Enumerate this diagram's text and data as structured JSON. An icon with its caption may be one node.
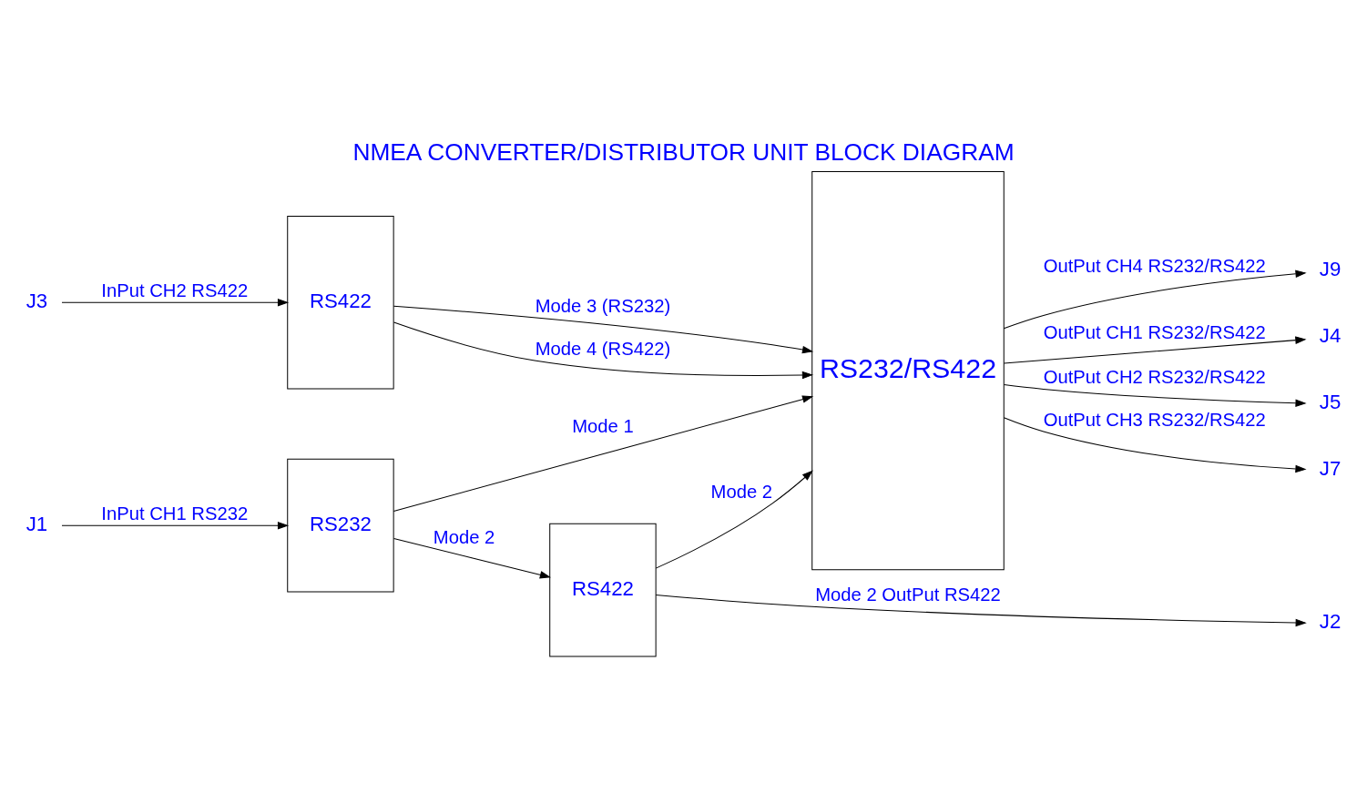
{
  "diagram": {
    "title": "NMEA CONVERTER/DISTRIBUTOR UNIT BLOCK DIAGRAM",
    "nodes": [
      {
        "text": [
          "J3"
        ]
      },
      {
        "text": [
          "J1"
        ]
      },
      {
        "text": [
          "RS422"
        ]
      },
      {
        "text": [
          "RS232"
        ]
      },
      {
        "text": [
          "RS422"
        ]
      },
      {
        "text": [
          "RS232/RS422"
        ]
      },
      {
        "text": [
          "J4"
        ]
      },
      {
        "text": [
          "J5"
        ]
      },
      {
        "text": [
          "J7"
        ]
      },
      {
        "text": [
          "J9"
        ]
      },
      {
        "text": [
          "J2"
        ]
      }
    ],
    "edges": [
      {
        "from": 0,
        "to": 2,
        "arrow": "to",
        "label": "InPut CH2 RS422"
      },
      {
        "from": 2,
        "to": 5,
        "arrow": "to",
        "label": "Mode 3 (RS232)"
      },
      {
        "from": 2,
        "to": 5,
        "arrow": "to",
        "label": "Mode 4 (RS422)"
      },
      {
        "from": 3,
        "to": 5,
        "arrow": "to",
        "label": "Mode 1"
      },
      {
        "from": 1,
        "to": 3,
        "arrow": "to",
        "label": "InPut CH1 RS232"
      },
      {
        "from": 3,
        "to": 4,
        "arrow": "to",
        "label": "Mode 2"
      },
      {
        "from": 4,
        "to": 5,
        "arrow": "to",
        "label": "Mode 2"
      },
      {
        "from": 4,
        "to": 10,
        "arrow": "to",
        "label": "Mode 2 OutPut RS422"
      },
      {
        "from": 5,
        "to": 6,
        "arrow": "to",
        "label": "OutPut CH1 RS232/RS422"
      },
      {
        "from": 5,
        "to": 7,
        "arrow": "to",
        "label": "OutPut CH2 RS232/RS422"
      },
      {
        "from": 5,
        "to": 8,
        "arrow": "to",
        "label": "OutPut CH3 RS232/RS422"
      },
      {
        "from": 5,
        "to": 9,
        "arrow": "to",
        "label": "OutPut CH4 RS232/RS422"
      }
    ]
  }
}
